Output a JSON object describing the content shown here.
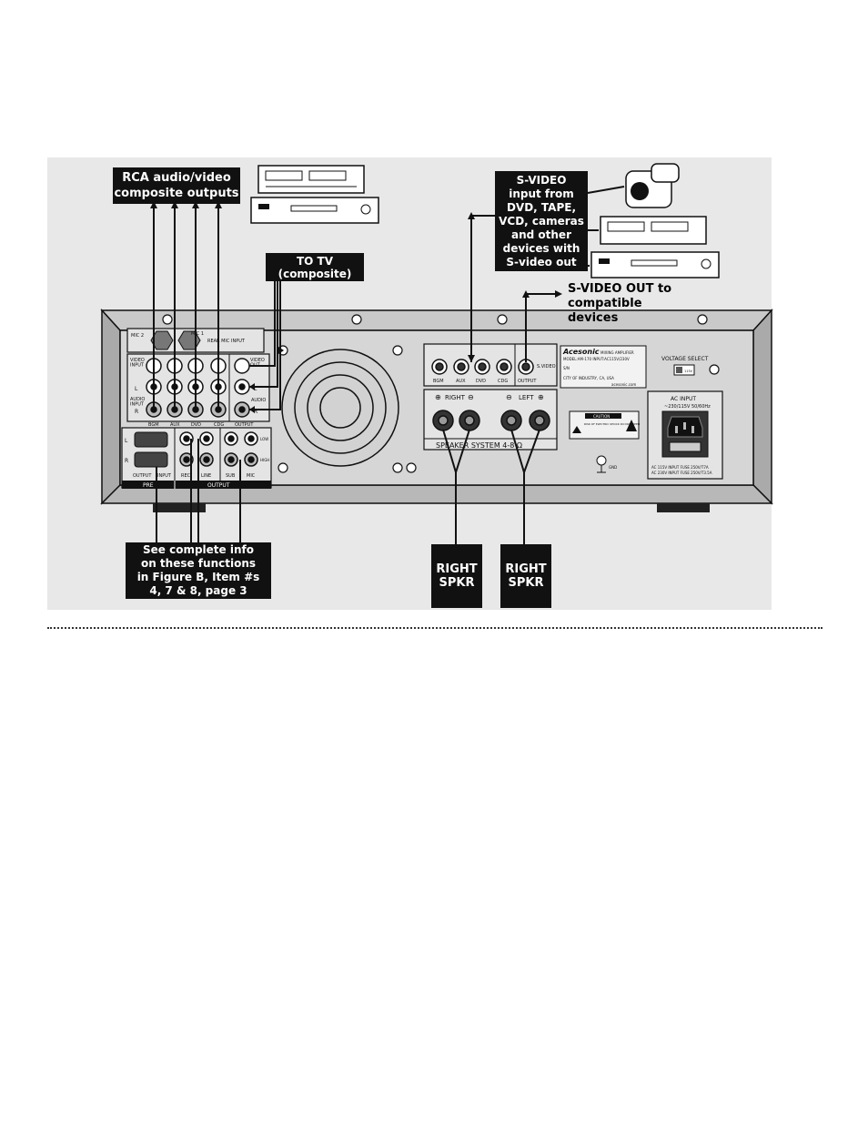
{
  "callouts": {
    "rca": "RCA audio/video\ncomposite outputs",
    "totv": "TO TV\n(composite)",
    "svideo_in": "S-VIDEO\ninput from\nDVD, TAPE,\nVCD, cameras\nand other\ndevices with\nS-video out",
    "svideo_out": "S-VIDEO OUT to\ncompatible devices",
    "see_info": "See complete info\non these functions\nin Figure B, Item #s\n4, 7 & 8, page 3",
    "right_spkr_1": "RIGHT\nSPKR",
    "right_spkr_2": "RIGHT\nSPKR"
  },
  "panel": {
    "mic2": "MIC 2",
    "mic1": "MIC 1",
    "rear_mic": "REAR MIC INPUT",
    "video_input": "VIDEO\nINPUT",
    "video_out": "VIDEO\nOUT",
    "audio_input": "AUDIO\nINPUT",
    "audio": "AUDIO",
    "l": "L",
    "r": "R",
    "input_labels": [
      "BGM",
      "AUX",
      "DVD",
      "CDG"
    ],
    "output": "OUTPUT",
    "pre_l": "L",
    "pre_r": "R",
    "pre_output": "OUTPUT",
    "pre_input": "INPUT",
    "out_labels": [
      "REC",
      "LINE",
      "SUB",
      "MIC"
    ],
    "low": "LOW",
    "high": "HIGH",
    "pre": "PRE",
    "output_bar": "OUTPUT",
    "svideo_labels": [
      "BGM",
      "AUX",
      "DVD",
      "CDG"
    ],
    "svideo_output": "OUTPUT",
    "svideo": "S.VIDEO",
    "right": "RIGHT",
    "left": "LEFT",
    "speaker_system": "SPEAKER SYSTEM 4-8 Ω",
    "brand": "Acesonic",
    "model_line1": "MIXING AMPLIFIER",
    "model_line2": "MODEL:AM-170  INPUT:AC115V/230V",
    "serial": "S/N",
    "city": "CITY OF INDUSTRY, CA, USA",
    "website": "acesonic.com",
    "caution": "CAUTION",
    "caution_sub": "RISK OF ELECTRIC SHOCK DO NOT OPEN",
    "voltage_select": "VOLTAGE SELECT",
    "voltage_value": "115V",
    "ac_input": "AC INPUT",
    "ac_rating": "~230/115V 50/60Hz",
    "fuse1": "AC 115V INPUT FUSE 250V/T7A",
    "fuse2": "AC 230V INPUT FUSE 250V/T3.5A",
    "gnd": "GND"
  }
}
